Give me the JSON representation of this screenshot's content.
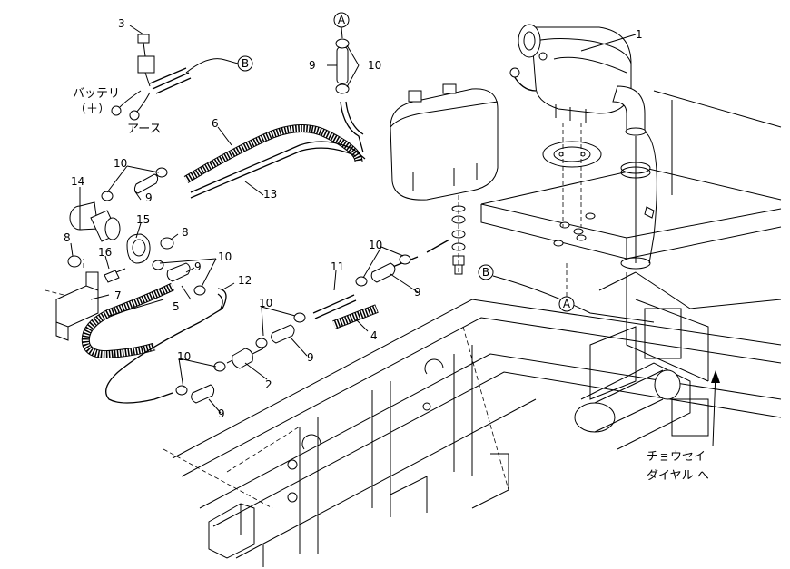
{
  "callouts": {
    "p1": "1",
    "p2": "2",
    "p3": "3",
    "p4": "4",
    "p5": "5",
    "p6": "6",
    "p7": "7",
    "p8a": "8",
    "p8b": "8",
    "p9a": "9",
    "p9b": "9",
    "p9c": "9",
    "p9d": "9",
    "p9e": "9",
    "p9f": "9",
    "p10a": "10",
    "p10b": "10",
    "p10c": "10",
    "p10d": "10",
    "p10e": "10",
    "p10f": "10",
    "p11": "11",
    "p12": "12",
    "p13": "13",
    "p14": "14",
    "p15": "15",
    "p16": "16"
  },
  "refs": {
    "A_top": "A",
    "A_bottom": "A",
    "B_top": "B",
    "B_bottom": "B"
  },
  "text": {
    "battery_line1": "バッテリ",
    "battery_line2": "（＋）",
    "ground": "アース",
    "dial_line1": "チョウセイ",
    "dial_line2": "ダイヤル へ"
  },
  "icons": {
    "direction_arrow": "arrow-icon"
  }
}
